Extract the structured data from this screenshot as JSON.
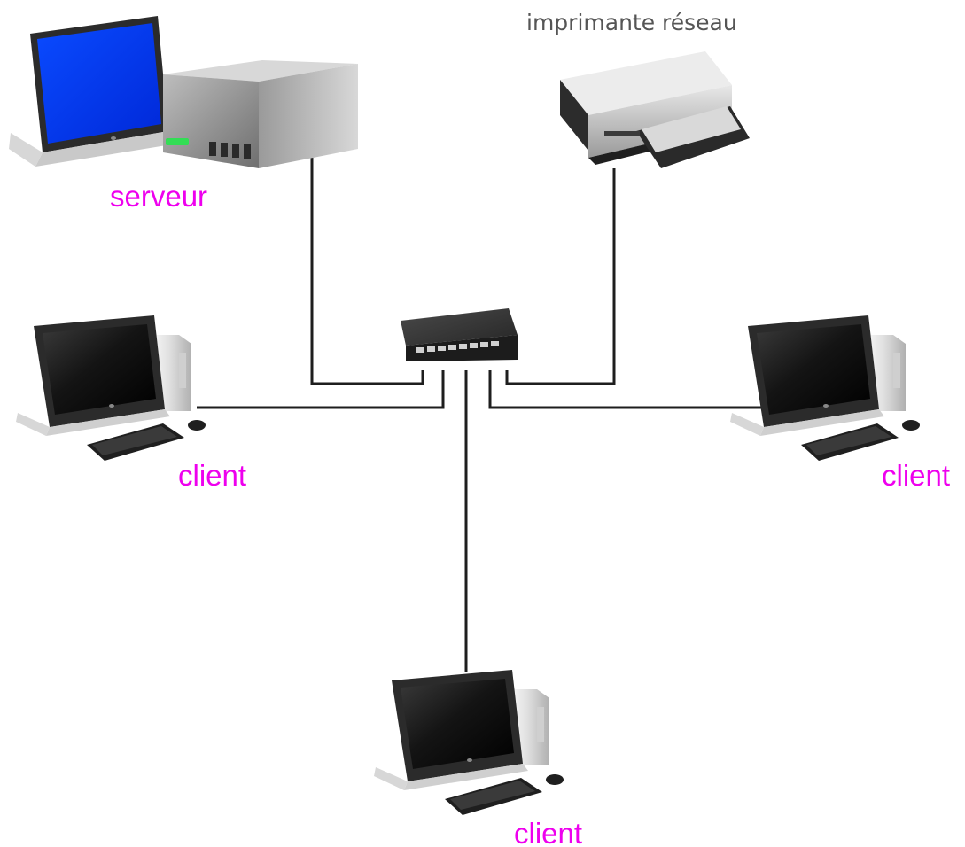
{
  "labels": {
    "server": "serveur",
    "printer": "imprimante réseau",
    "client_left": "client",
    "client_right": "client",
    "client_bottom": "client"
  },
  "colors": {
    "label_magenta": "#ee00ee",
    "printer_label": "#555555",
    "cable": "#1e1e1e",
    "screen_blue": "#0033ff",
    "screen_dark": "#111111",
    "switch_body": "#2a2a2a",
    "led_green": "#33dd55"
  },
  "icons": {
    "server": "server-icon",
    "server_monitor": "monitor-icon",
    "printer": "printer-icon",
    "switch": "network-switch-icon",
    "client": "desktop-computer-icon"
  }
}
